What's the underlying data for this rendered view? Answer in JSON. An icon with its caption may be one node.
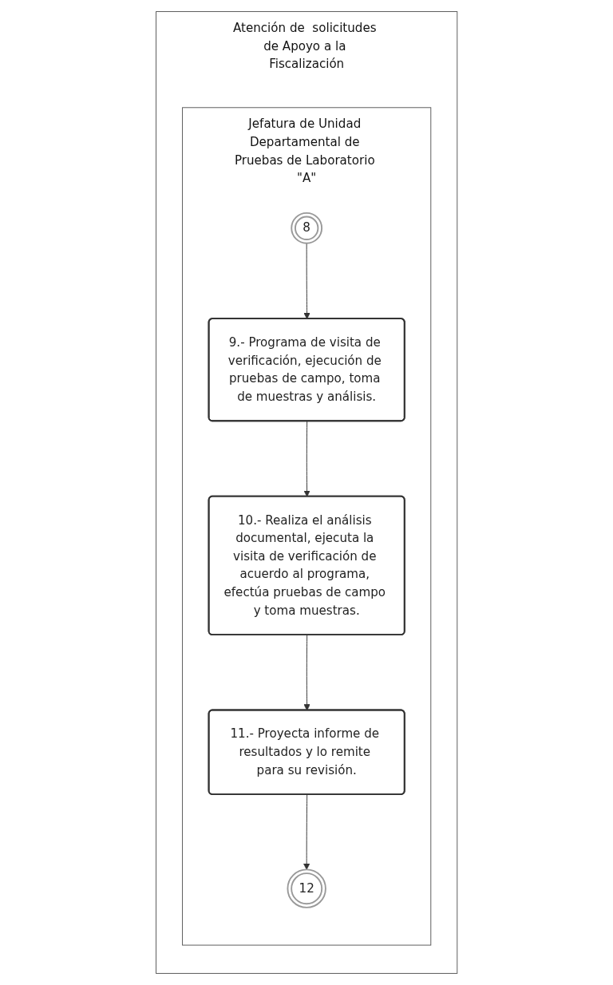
{
  "diagram": {
    "nodes": [
      {
        "text": [
          "Atención de  solicitudes de Apoyo a la Fiscalización"
        ]
      },
      {
        "text": [
          "Jefatura de Unidad Departamental de Pruebas de Laboratorio \"A\""
        ],
        "in": 0
      },
      {
        "text": [
          "8"
        ],
        "in": 1
      },
      {
        "text": [
          "9.- Programa de visita de verificación, ejecución de pruebas de campo, toma de muestras y análisis."
        ],
        "in": 1
      },
      {
        "text": [
          "10.- Realiza el análisis documental, ejecuta la visita de verificación de acuerdo al programa, efectúa pruebas de campo y toma muestras."
        ],
        "in": 1
      },
      {
        "text": [
          "11.- Proyecta informe de resultados y lo remite para su revisión."
        ],
        "in": 1
      },
      {
        "text": [
          "12"
        ],
        "in": 1
      }
    ],
    "edges": [
      {
        "from": 2,
        "to": 3,
        "arrow": "to"
      },
      {
        "from": 3,
        "to": 4,
        "arrow": "to"
      },
      {
        "from": 4,
        "to": 5,
        "arrow": "to"
      },
      {
        "from": 5,
        "to": 6,
        "arrow": "to"
      }
    ]
  }
}
